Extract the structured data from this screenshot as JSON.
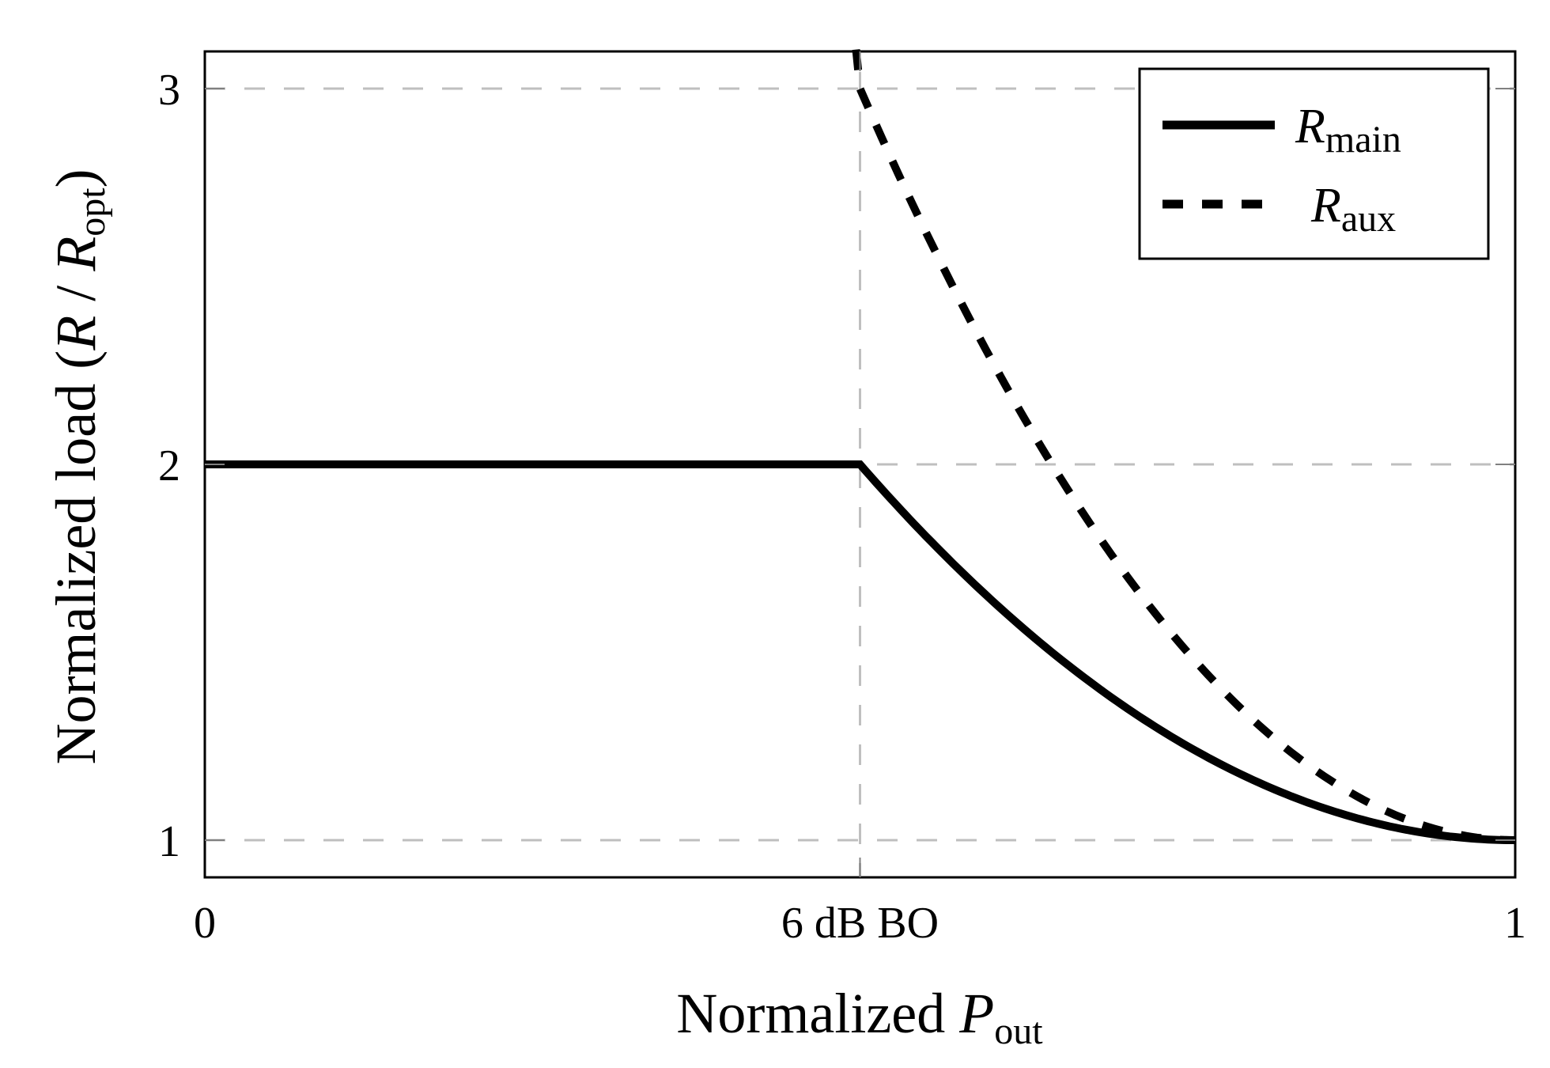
{
  "chart_data": {
    "type": "line",
    "title": "",
    "xlabel": "Normalized P_out",
    "xlabel_parts": {
      "main": "Normalized ",
      "symbol": "P",
      "subscript": "out"
    },
    "ylabel": "Normalized load (R / R_opt)",
    "ylabel_parts": {
      "prefix": "Normalized load (",
      "symbol1": "R",
      "sep": " / ",
      "symbol2": "R",
      "subscript": "opt",
      "suffix": ")"
    },
    "xlim": [
      0,
      1
    ],
    "ylim": [
      0.9,
      3.1
    ],
    "x_ticks": [
      {
        "value": 0,
        "label": "0"
      },
      {
        "value": 0.5,
        "label": "6 dB BO"
      },
      {
        "value": 1,
        "label": "1"
      }
    ],
    "y_ticks": [
      {
        "value": 1,
        "label": "1"
      },
      {
        "value": 2,
        "label": "2"
      },
      {
        "value": 3,
        "label": "3"
      }
    ],
    "grid": true,
    "grid_color": "#bfbfbf",
    "legend_position": "top-right",
    "series": [
      {
        "name": "R_main",
        "legend_symbol": "R",
        "legend_subscript": "main",
        "style": "solid",
        "color": "#000000",
        "x": [
          0,
          0.1,
          0.2,
          0.3,
          0.4,
          0.5,
          0.55,
          0.6,
          0.65,
          0.7,
          0.75,
          0.8,
          0.85,
          0.9,
          0.95,
          1.0
        ],
        "values": [
          2,
          2,
          2,
          2,
          2,
          2,
          1.81,
          1.64,
          1.49,
          1.36,
          1.25,
          1.16,
          1.09,
          1.04,
          1.01,
          1.0
        ]
      },
      {
        "name": "R_aux",
        "legend_symbol": "R",
        "legend_subscript": "aux",
        "style": "dashed",
        "color": "#000000",
        "x": [
          0.5,
          0.55,
          0.6,
          0.65,
          0.7,
          0.75,
          0.8,
          0.85,
          0.9,
          0.95,
          1.0
        ],
        "values": [
          3.0,
          2.62,
          2.28,
          1.98,
          1.72,
          1.5,
          1.32,
          1.18,
          1.08,
          1.02,
          1.0
        ]
      }
    ]
  }
}
